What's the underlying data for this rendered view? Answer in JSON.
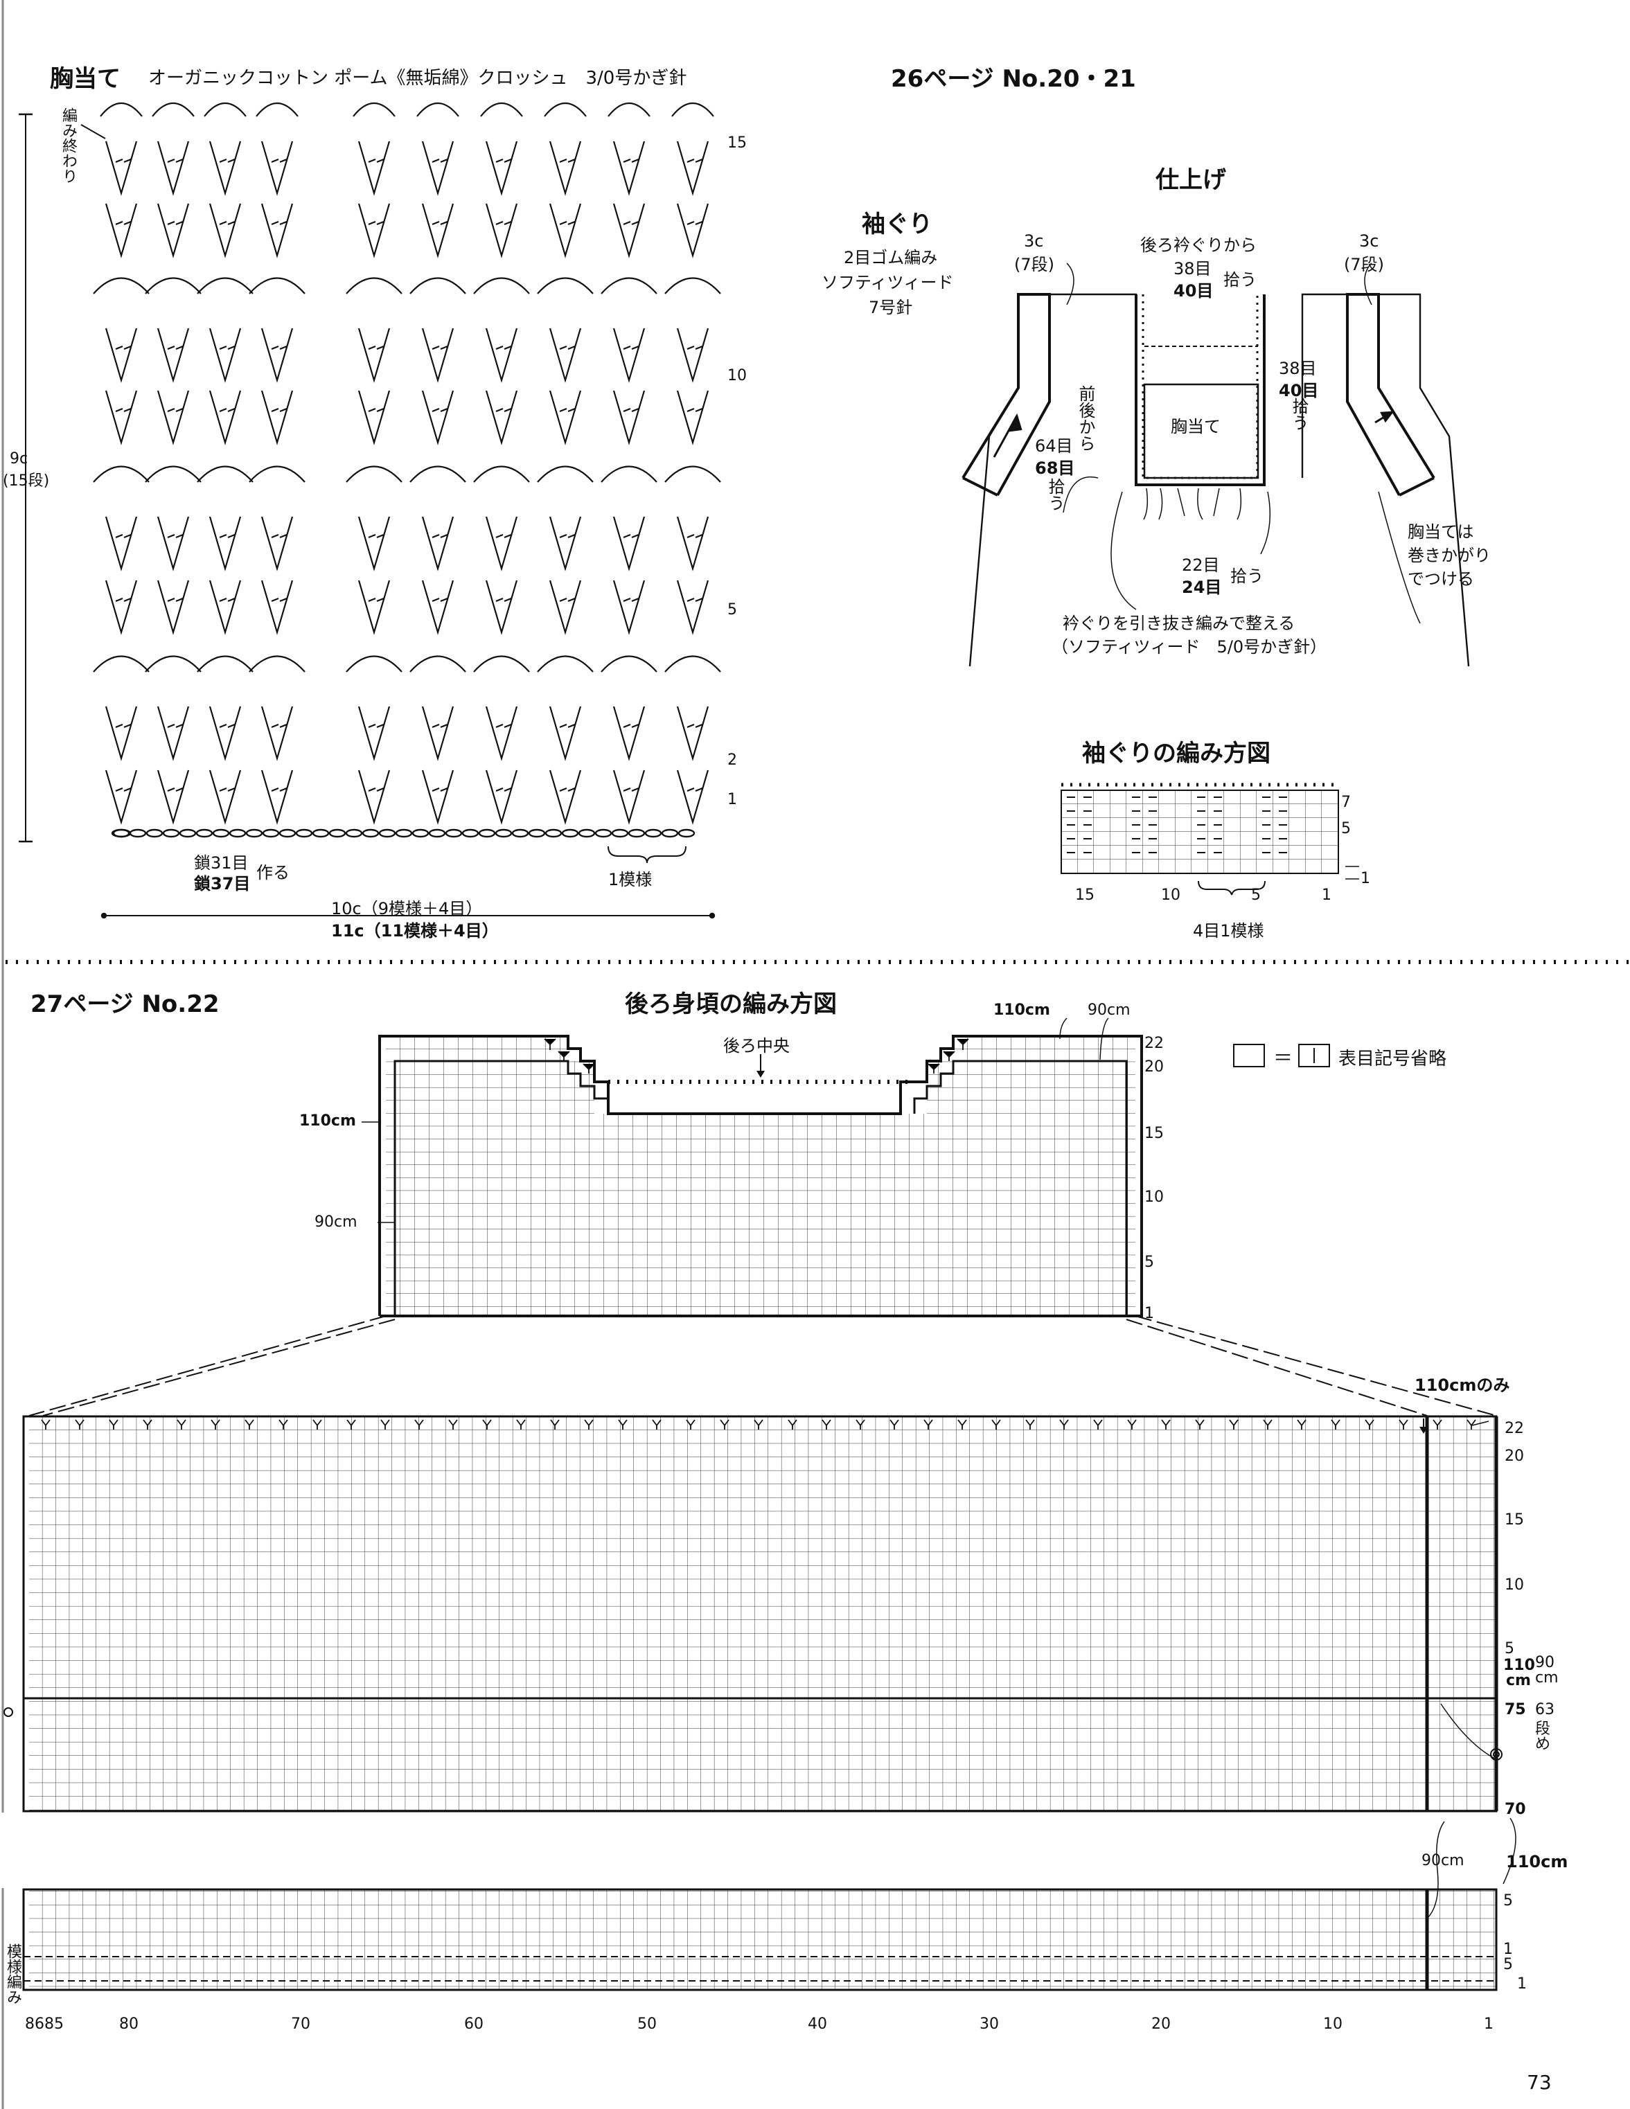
{
  "top_left": {
    "title": "胸当て",
    "yarn": "オーガニックコットン ポーム《無垢綿》クロッシュ　3/0号かぎ針",
    "end_label": "編み終わり",
    "height_cm": "9c",
    "height_rows": "(15段)",
    "row_markers": [
      "15",
      "10",
      "5",
      "2",
      "1"
    ],
    "chain_a": "鎖31目",
    "chain_b": "鎖37目",
    "chain_make": "作る",
    "repeat": "1模様",
    "width_a": "10c（9模様＋4目）",
    "width_b": "11c（11模様＋4目）"
  },
  "top_right": {
    "page_ref": "26ページ No.20・21",
    "finish_title": "仕上げ",
    "armhole_title": "袖ぐり",
    "armhole_1": "2目ゴム編み",
    "armhole_2": "ソフティツィード",
    "armhole_3": "7号針",
    "left_3c": "3c",
    "left_7": "(7段)",
    "right_3c": "3c",
    "right_7": "(7段)",
    "back_from": "後ろ衿ぐりから",
    "back_38": "38目",
    "back_40": "40目",
    "back_pick": "拾う",
    "side_38": "38目",
    "side_40": "40目",
    "side_pick": "拾う",
    "front_back": "前後から",
    "fb_64": "64目",
    "fb_68": "68目",
    "fb_pick": "拾う",
    "bib": "胸当て",
    "bib_note_1": "胸当ては",
    "bib_note_2": "巻きかがり",
    "bib_note_3": "でつける",
    "bot_22": "22目",
    "bot_24": "24目",
    "bot_pick": "拾う",
    "neck_1": "衿ぐりを引き抜き編みで整える",
    "neck_2": "（ソフティツィード　5/0号かぎ針）",
    "armhole_chart_title": "袖ぐりの編み方図",
    "ac_rows": [
      "7",
      "5",
      "1"
    ],
    "ac_cols": [
      "15",
      "10",
      "5",
      "1"
    ],
    "ac_repeat": "4目1模様"
  },
  "bottom": {
    "page_ref": "27ページ No.22",
    "chart_title": "後ろ身頃の編み方図",
    "center_back": "後ろ中央",
    "size_110": "110cm",
    "size_90": "90cm",
    "legend_equals": "＝",
    "legend_text": "表目記号省略",
    "upper_rows": [
      "22",
      "20",
      "15",
      "10",
      "5",
      "1"
    ],
    "size_110_only": "110cmのみ",
    "lower_rows": [
      "22",
      "20",
      "15",
      "10",
      "5"
    ],
    "side_110": "110",
    "side_cm": "cm",
    "side_75": "75",
    "side_90": "90",
    "side_cm2": "cm",
    "side_63": "63",
    "side_dan": "段",
    "side_me": "め",
    "side_70": "70",
    "band_rows": [
      "5",
      "1",
      "5",
      "1"
    ],
    "band_label": "模様編み",
    "x_ticks": [
      "8685",
      "80",
      "70",
      "60",
      "50",
      "40",
      "30",
      "20",
      "10",
      "1"
    ],
    "page_number": "73"
  }
}
